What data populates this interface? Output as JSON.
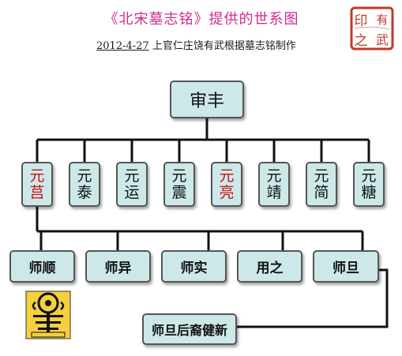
{
  "header": {
    "title": "《北宋墓志铭》提供的世系图",
    "subtitle_date": "2012-4-27",
    "subtitle_text": "上官仁庄饶有武根据墓志铭制作"
  },
  "seal": {
    "chars": [
      "印",
      "有",
      "之",
      "武"
    ],
    "color": "#c0392b"
  },
  "tree": {
    "root": "审丰",
    "children": [
      {
        "line1": "元",
        "line2": "莒",
        "highlight": true
      },
      {
        "line1": "元",
        "line2": "泰",
        "highlight": false
      },
      {
        "line1": "元",
        "line2": "运",
        "highlight": false
      },
      {
        "line1": "元",
        "line2": "震",
        "highlight": false
      },
      {
        "line1": "元",
        "line2": "亮",
        "highlight": true
      },
      {
        "line1": "元",
        "line2": "靖",
        "highlight": false
      },
      {
        "line1": "元",
        "line2": "简",
        "highlight": false
      },
      {
        "line1": "元",
        "line2": "糖",
        "highlight": false
      }
    ],
    "grandchildren": [
      "师顺",
      "师异",
      "师实",
      "用之",
      "师旦"
    ],
    "descendants": "师旦后裔健新"
  },
  "colors": {
    "box_fill": "#cde8e8",
    "title": "#cc2d8e",
    "highlight": "#cc1111"
  }
}
